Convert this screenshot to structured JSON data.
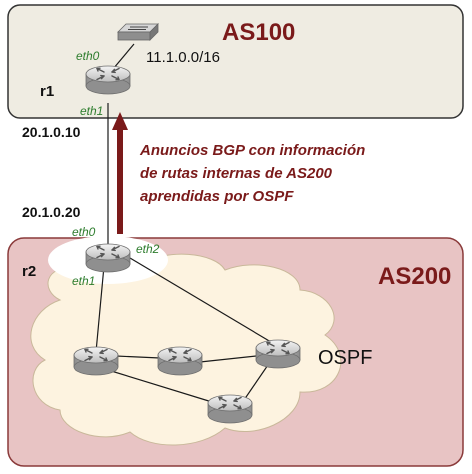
{
  "as100": {
    "label": "AS100"
  },
  "as200": {
    "label": "AS200"
  },
  "r1": {
    "name": "r1",
    "eth0": "eth0",
    "eth1": "eth1",
    "network": "11.1.0.0/16",
    "ip_eth1": "20.1.0.10"
  },
  "r2": {
    "name": "r2",
    "eth0": "eth0",
    "eth1": "eth1",
    "eth2": "eth2",
    "ip_eth0": "20.1.0.20"
  },
  "bgp": {
    "lines": [
      "Anuncios BGP con información",
      "de rutas internas de AS200",
      "aprendidas por OSPF"
    ]
  },
  "ospf": {
    "label": "OSPF"
  },
  "colors": {
    "as100_fill": "#efece2",
    "as200_fill": "#e8c4c4",
    "cloud_fill": "#fdf3e0",
    "label_dark_red": "#7a1a1a",
    "arrow": "#7a1a1a",
    "interface_green": "#2e7d2e"
  }
}
